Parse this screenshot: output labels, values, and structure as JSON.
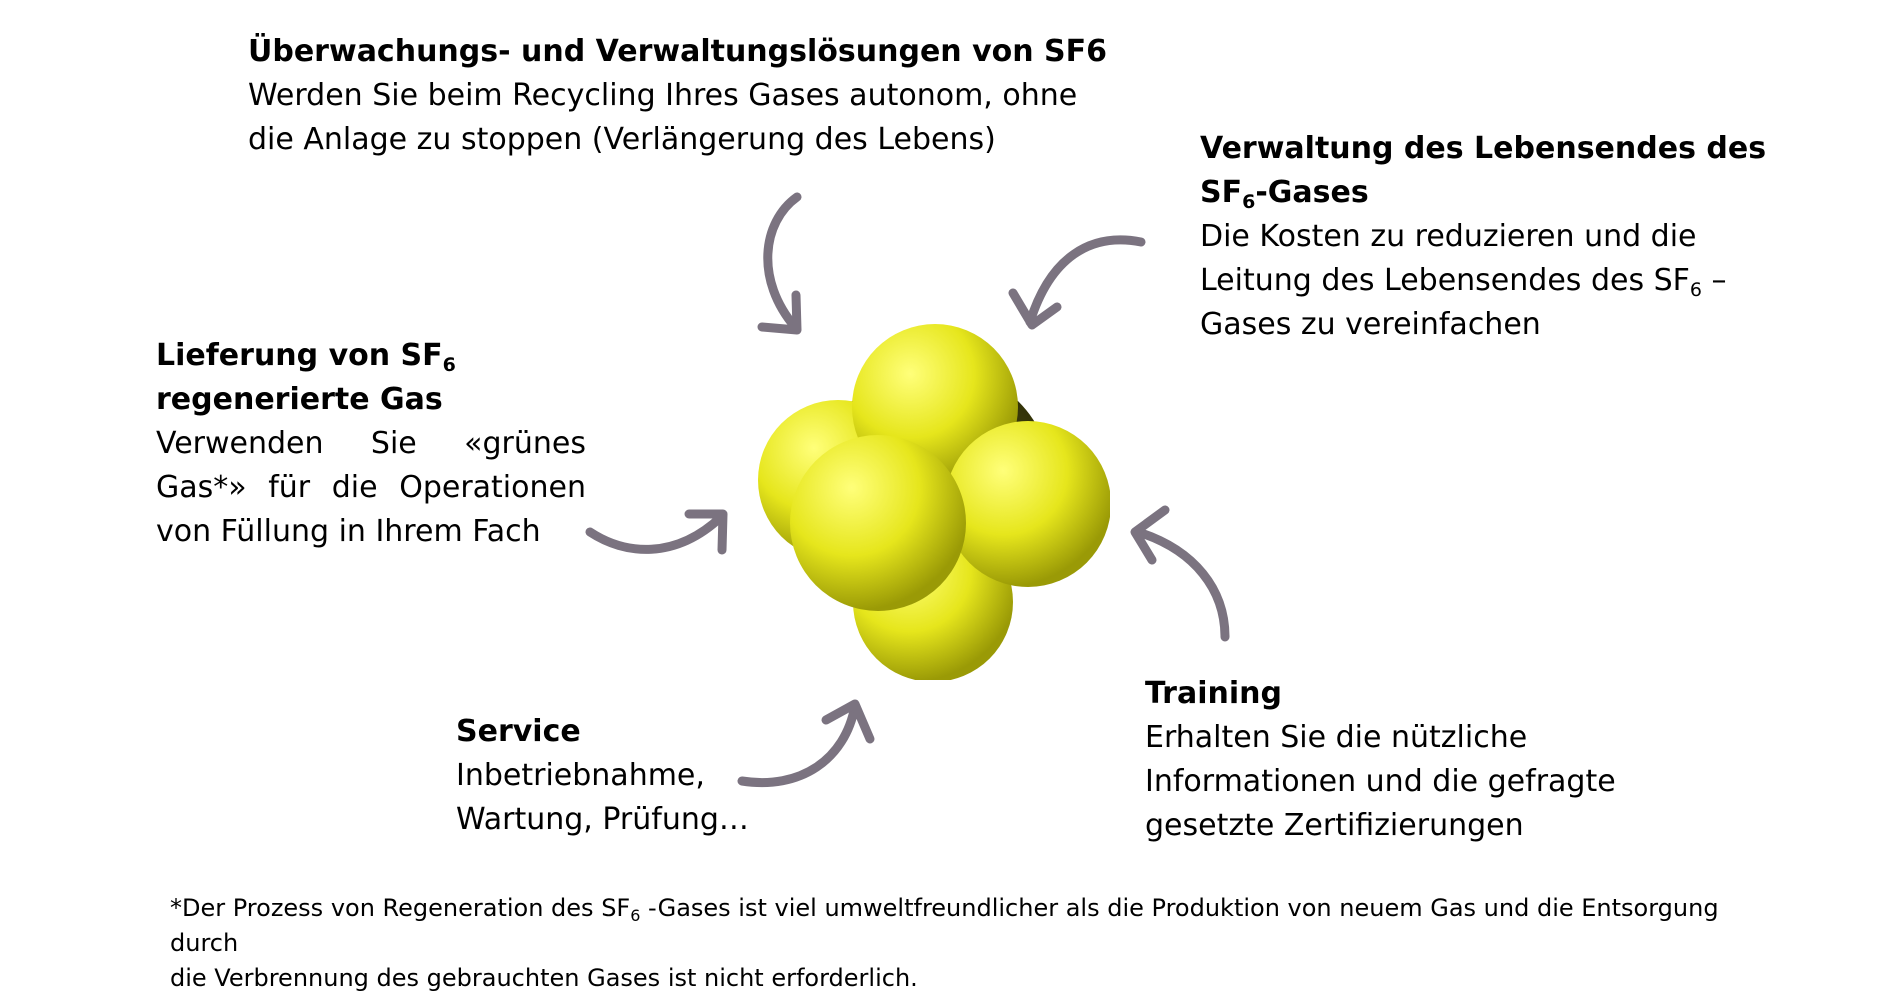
{
  "colors": {
    "arrow": "#7b7380",
    "fluorine": "#e3e31a",
    "sulfur": "#4a4a12"
  },
  "monitoring": {
    "title": "Überwachungs- und Verwaltungslösungen von SF6",
    "line1": "Werden Sie beim Recycling Ihres Gases autonom, ohne",
    "line2": "die Anlage zu stoppen (Verlängerung des Lebens)"
  },
  "end_of_life": {
    "title_line1": "Verwaltung des Lebensendes des",
    "title_prefix": "SF",
    "title_sub": "6",
    "title_suffix": "-Gases",
    "line1": "Die Kosten zu reduzieren und die",
    "line2_prefix": "Leitung des Lebensendes des SF",
    "line2_sub": "6",
    "line2_suffix": " –",
    "line3": "Gases zu vereinfachen"
  },
  "delivery": {
    "title_prefix": "Lieferung von SF",
    "title_sub": "6",
    "title_line2": "regenerierte Gas",
    "line1": "Verwenden Sie «grünes",
    "line2": "Gas*» für die Operationen",
    "line3": "von  Füllung in Ihrem Fach"
  },
  "service": {
    "title": "Service",
    "line1": "Inbetriebnahme,",
    "line2": "Wartung, Prüfung…"
  },
  "training": {
    "title": "Training",
    "line1": "Erhalten Sie die nützliche",
    "line2": "Informationen und die gefragte",
    "line3": "gesetzte Zertifizierungen"
  },
  "footnote": {
    "prefix": "*Der Prozess von Regeneration des SF",
    "sub": "6",
    "suffix": " -Gases ist viel umweltfreundlicher als die Produktion von neuem Gas und die Entsorgung durch",
    "line2": "die Verbrennung des gebrauchten Gases ist nicht erforderlich."
  }
}
